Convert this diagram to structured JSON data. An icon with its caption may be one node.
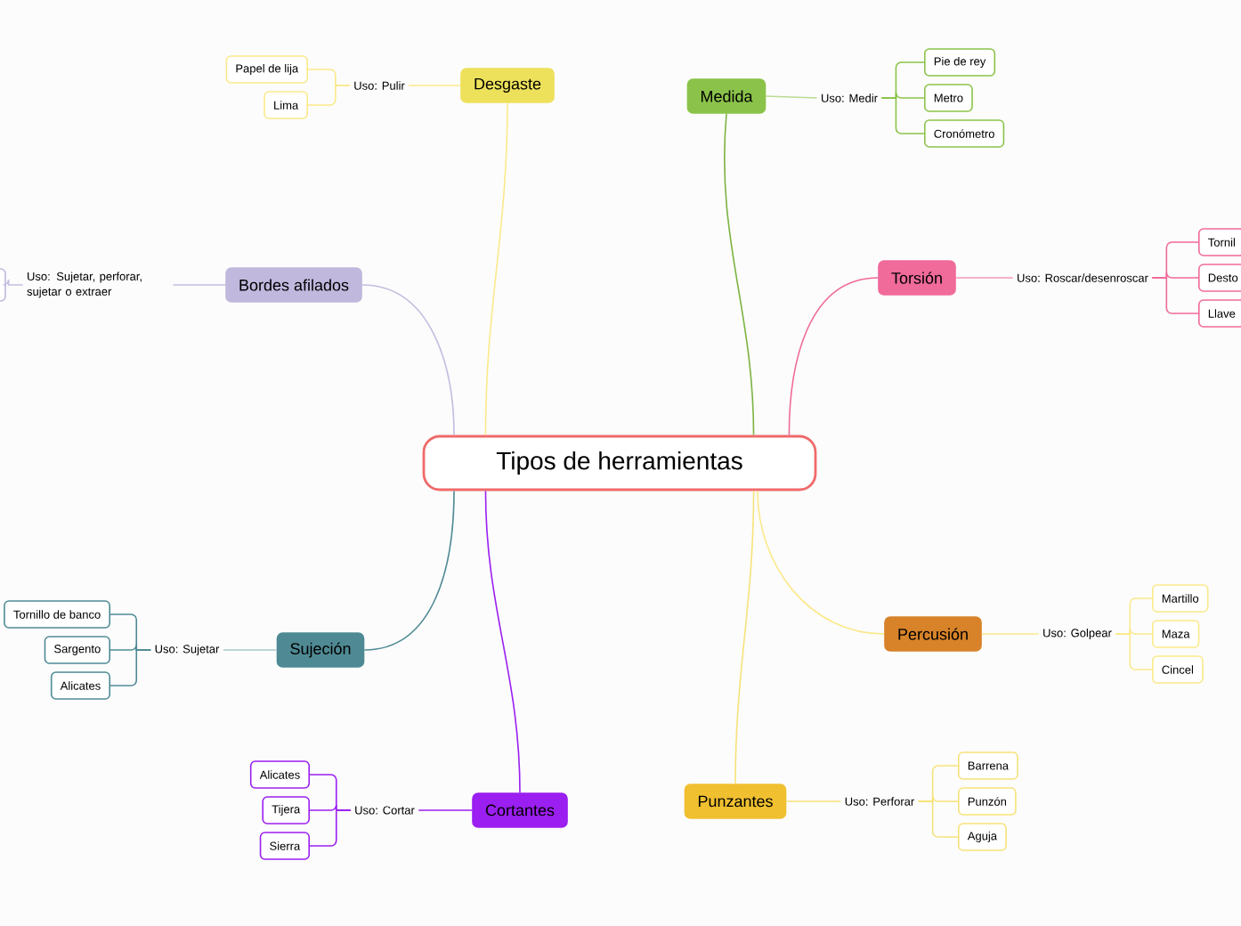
{
  "diagram": {
    "nodes": [
      {
        "text": [
          "Tipos de herramientas"
        ]
      },
      {
        "text": [
          "Desgaste"
        ]
      },
      {
        "text": [
          "Uso: Pulir"
        ]
      },
      {
        "text": [
          "Papel de lija"
        ]
      },
      {
        "text": [
          "Lima"
        ]
      },
      {
        "text": [
          "Medida"
        ]
      },
      {
        "text": [
          "Uso: Medir"
        ]
      },
      {
        "text": [
          "Pie de rey"
        ]
      },
      {
        "text": [
          "Metro"
        ]
      },
      {
        "text": [
          "Cronómetro"
        ]
      },
      {
        "text": [
          "Bordes afilados"
        ]
      },
      {
        "text": [
          "Uso: Sujetar, perforar, sujetar o extraer"
        ]
      },
      {
        "text": [],
        "shape": "box"
      },
      {
        "text": [
          "Torsión"
        ]
      },
      {
        "text": [
          "Uso: Roscar/desenroscar"
        ]
      },
      {
        "text": [
          "Tornil"
        ]
      },
      {
        "text": [
          "Desto"
        ]
      },
      {
        "text": [
          "Llave"
        ]
      },
      {
        "text": [
          "Sujeción"
        ]
      },
      {
        "text": [
          "Uso: Sujetar"
        ]
      },
      {
        "text": [
          "Tornillo de banco"
        ]
      },
      {
        "text": [
          "Sargento"
        ]
      },
      {
        "text": [
          "Alicates"
        ]
      },
      {
        "text": [
          "Percusión"
        ]
      },
      {
        "text": [
          "Uso: Golpear"
        ]
      },
      {
        "text": [
          "Martillo"
        ]
      },
      {
        "text": [
          "Maza"
        ]
      },
      {
        "text": [
          "Cincel"
        ]
      },
      {
        "text": [
          "Cortantes"
        ]
      },
      {
        "text": [
          "Uso: Cortar"
        ]
      },
      {
        "text": [
          "Alicates"
        ]
      },
      {
        "text": [
          "Tijera"
        ]
      },
      {
        "text": [
          "Sierra"
        ]
      },
      {
        "text": [
          "Punzantes"
        ]
      },
      {
        "text": [
          "Uso: Perforar"
        ]
      },
      {
        "text": [
          "Barrena"
        ]
      },
      {
        "text": [
          "Punzón"
        ]
      },
      {
        "text": [
          "Aguja"
        ]
      }
    ],
    "edges": [
      {
        "from": 0,
        "to": 1,
        "arrow": "none",
        "color": "#fbe98a"
      },
      {
        "from": 1,
        "to": 2,
        "arrow": "none",
        "color": "#fbe98a"
      },
      {
        "from": 2,
        "to": 3,
        "arrow": "none",
        "color": "#fbe98a"
      },
      {
        "from": 2,
        "to": 4,
        "arrow": "none",
        "color": "#fbe98a"
      },
      {
        "from": 0,
        "to": 5,
        "arrow": "none",
        "color": "#7cb342"
      },
      {
        "from": 5,
        "to": 6,
        "arrow": "none",
        "color": "#b9dc94"
      },
      {
        "from": 6,
        "to": 7,
        "arrow": "none",
        "color": "#8bc34a"
      },
      {
        "from": 6,
        "to": 8,
        "arrow": "none",
        "color": "#8bc34a"
      },
      {
        "from": 6,
        "to": 9,
        "arrow": "none",
        "color": "#8bc34a"
      },
      {
        "from": 0,
        "to": 10,
        "arrow": "none",
        "color": "#c4bde0"
      },
      {
        "from": 10,
        "to": 11,
        "arrow": "none",
        "color": "#c4bde0"
      },
      {
        "from": 11,
        "to": 12,
        "arrow": "none",
        "color": "#c4bde0"
      },
      {
        "from": 0,
        "to": 13,
        "arrow": "none",
        "color": "#f06a9a"
      },
      {
        "from": 13,
        "to": 14,
        "arrow": "none",
        "color": "#f59ab9"
      },
      {
        "from": 14,
        "to": 15,
        "arrow": "none",
        "color": "#f06a9a"
      },
      {
        "from": 14,
        "to": 16,
        "arrow": "none",
        "color": "#f06a9a"
      },
      {
        "from": 14,
        "to": 17,
        "arrow": "none",
        "color": "#f06a9a"
      },
      {
        "from": 0,
        "to": 18,
        "arrow": "none",
        "color": "#4f8a94"
      },
      {
        "from": 18,
        "to": 19,
        "arrow": "none",
        "color": "#a8c9cc"
      },
      {
        "from": 19,
        "to": 20,
        "arrow": "none",
        "color": "#4f8a94"
      },
      {
        "from": 19,
        "to": 21,
        "arrow": "none",
        "color": "#4f8a94"
      },
      {
        "from": 19,
        "to": 22,
        "arrow": "none",
        "color": "#4f8a94"
      },
      {
        "from": 0,
        "to": 23,
        "arrow": "none",
        "color": "#fbe98a"
      },
      {
        "from": 23,
        "to": 24,
        "arrow": "none",
        "color": "#fbe98a"
      },
      {
        "from": 24,
        "to": 25,
        "arrow": "none",
        "color": "#fbe98a"
      },
      {
        "from": 24,
        "to": 26,
        "arrow": "none",
        "color": "#fbe98a"
      },
      {
        "from": 24,
        "to": 27,
        "arrow": "none",
        "color": "#fbe98a"
      },
      {
        "from": 0,
        "to": 28,
        "arrow": "none",
        "color": "#9b1ff0"
      },
      {
        "from": 28,
        "to": 29,
        "arrow": "none",
        "color": "#9b1ff0"
      },
      {
        "from": 29,
        "to": 30,
        "arrow": "none",
        "color": "#9b1ff0"
      },
      {
        "from": 29,
        "to": 31,
        "arrow": "none",
        "color": "#9b1ff0"
      },
      {
        "from": 29,
        "to": 32,
        "arrow": "none",
        "color": "#9b1ff0"
      },
      {
        "from": 0,
        "to": 33,
        "arrow": "none",
        "color": "#f7e27a"
      },
      {
        "from": 33,
        "to": 34,
        "arrow": "none",
        "color": "#f7e27a"
      },
      {
        "from": 34,
        "to": 35,
        "arrow": "none",
        "color": "#f7e27a"
      },
      {
        "from": 34,
        "to": 36,
        "arrow": "none",
        "color": "#f7e27a"
      },
      {
        "from": 34,
        "to": 37,
        "arrow": "none",
        "color": "#f7e27a"
      }
    ]
  }
}
